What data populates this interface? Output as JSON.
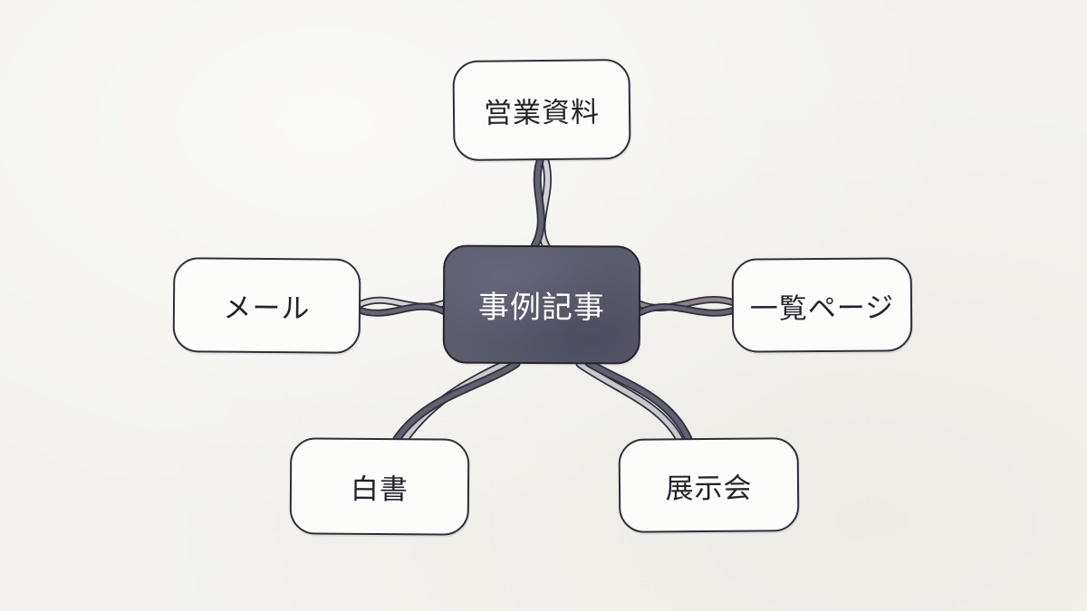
{
  "diagram": {
    "center": {
      "label": "事例記事"
    },
    "branches": [
      {
        "id": "top",
        "label": "営業資料"
      },
      {
        "id": "left",
        "label": "メール"
      },
      {
        "id": "right",
        "label": "一覧ページ"
      },
      {
        "id": "bottom_left",
        "label": "白書"
      },
      {
        "id": "bottom_right",
        "label": "展示会"
      }
    ],
    "colors": {
      "background": "#f3f2ee",
      "center_fill": "#5b5c6c",
      "node_fill": "#fcfcfa",
      "outline": "#2f2f3a",
      "strand_dark": "#5f6070",
      "strand_light": "#c9c8cc",
      "strand_mauve": "#8e8488"
    }
  }
}
